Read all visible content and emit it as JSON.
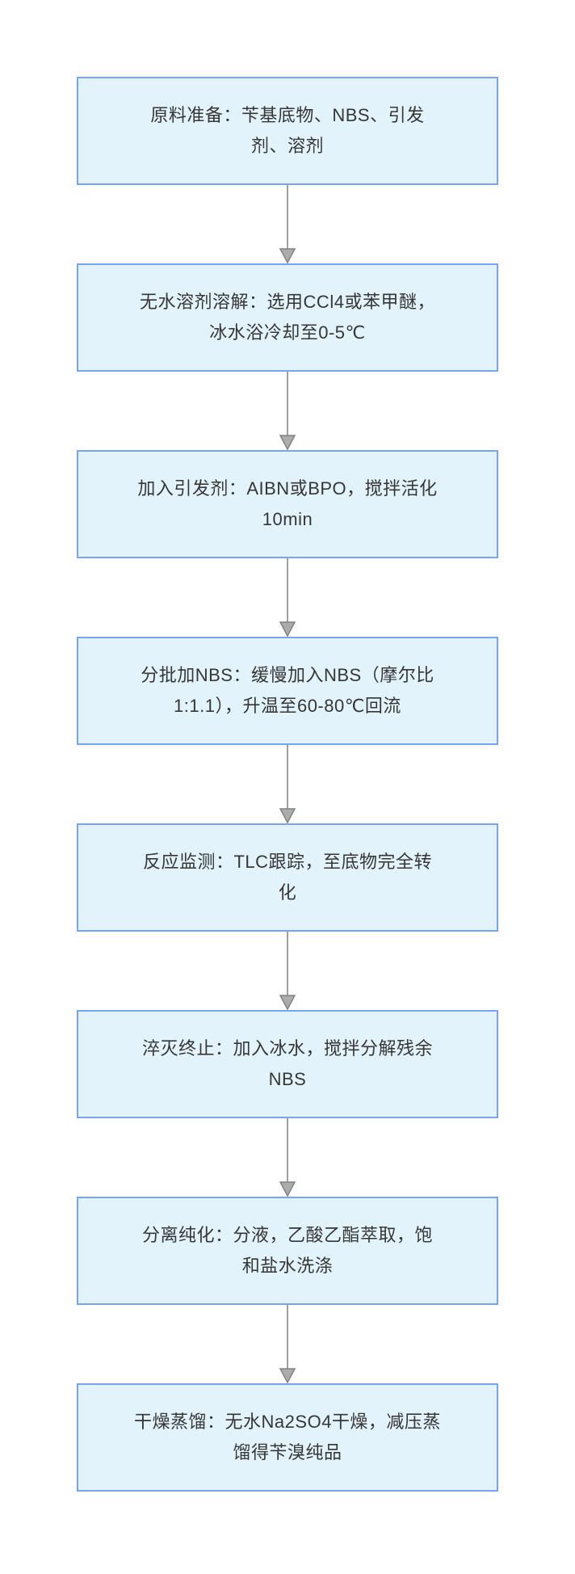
{
  "flowchart": {
    "direction": "top-down",
    "colors": {
      "node_fill": "#e3f3fc",
      "node_border": "#78a3f0",
      "arrow_line": "#a0a0a0",
      "arrow_head_fill": "#acacac",
      "arrow_head_stroke": "#828282",
      "text": "#363636",
      "background": "#ffffff"
    },
    "nodes": [
      {
        "id": "step-1",
        "label": "原料准备：苄基底物、NBS、引发剂、溶剂",
        "lines": [
          "原料准备：苄基底物、NBS、引发",
          "剂、溶剂"
        ]
      },
      {
        "id": "step-2",
        "label": "无水溶剂溶解：选用CCl4或苯甲醚，冰水浴冷却至0-5℃",
        "lines": [
          "无水溶剂溶解：选用CCl4或苯甲醚，",
          "冰水浴冷却至0-5℃"
        ]
      },
      {
        "id": "step-3",
        "label": "加入引发剂：AIBN或BPO，搅拌活化10min",
        "lines": [
          "加入引发剂：AIBN或BPO，搅拌活化",
          "10min"
        ]
      },
      {
        "id": "step-4",
        "label": "分批加NBS：缓慢加入NBS（摩尔比1:1.1），升温至60-80℃回流",
        "lines": [
          "分批加NBS：缓慢加入NBS（摩尔比",
          "1:1.1），升温至60-80℃回流"
        ]
      },
      {
        "id": "step-5",
        "label": "反应监测：TLC跟踪，至底物完全转化",
        "lines": [
          "反应监测：TLC跟踪，至底物完全转",
          "化"
        ]
      },
      {
        "id": "step-6",
        "label": "淬灭终止：加入冰水，搅拌分解残余NBS",
        "lines": [
          "淬灭终止：加入冰水，搅拌分解残余",
          "NBS"
        ]
      },
      {
        "id": "step-7",
        "label": "分离纯化：分液，乙酸乙酯萃取，饱和盐水洗涤",
        "lines": [
          "分离纯化：分液，乙酸乙酯萃取，饱",
          "和盐水洗涤"
        ]
      },
      {
        "id": "step-8",
        "label": "干燥蒸馏：无水Na2SO4干燥，减压蒸馏得苄溴纯品",
        "lines": [
          "干燥蒸馏：无水Na2SO4干燥，减压蒸",
          "馏得苄溴纯品"
        ]
      }
    ]
  }
}
